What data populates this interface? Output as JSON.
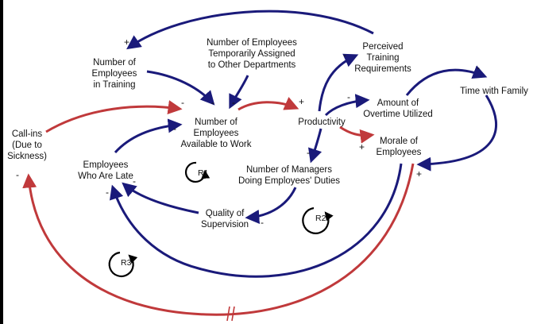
{
  "colors": {
    "blue": "#1a1a7a",
    "red": "#c0393b",
    "text": "#111111"
  },
  "nodes": {
    "employees_in_training": [
      "Number of",
      "Employees",
      "in Training"
    ],
    "temporarily_assigned": [
      "Number of Employees",
      "Temporarily Assigned",
      "to Other Departments"
    ],
    "perceived_training": [
      "Perceived",
      "Training",
      "Requirements"
    ],
    "available_to_work": [
      "Number of",
      "Employees",
      "Available to Work"
    ],
    "productivity": [
      "Productivity"
    ],
    "overtime": [
      "Amount of",
      "Overtime Utilized"
    ],
    "time_with_family": [
      "Time with Family"
    ],
    "call_ins": [
      "Call-ins",
      "(Due to",
      "Sickness)"
    ],
    "employees_late": [
      "Employees",
      "Who Are Late"
    ],
    "managers_doing_duties": [
      "Number of Managers",
      "Doing Employees' Duties"
    ],
    "morale": [
      "Morale of",
      "Employees"
    ],
    "quality_supervision": [
      "Quality of",
      "Supervision"
    ]
  },
  "loops": [
    "R1",
    "R2",
    "R3"
  ],
  "signs": {
    "training_top_plus": "+",
    "avail_minus_1": "-",
    "avail_minus_2": "-",
    "avail_minus_3": "-",
    "avail_minus_4": "-",
    "prod_plus": "+",
    "perceived_minus": "-",
    "overtime_minus": "-",
    "family_minus": "-",
    "morale_plus": "+",
    "morale_plus_2": "+",
    "managers_minus": "-",
    "late_minus_1": "-",
    "late_minus_2": "-",
    "supervision_minus": "-",
    "callins_minus": "-"
  }
}
